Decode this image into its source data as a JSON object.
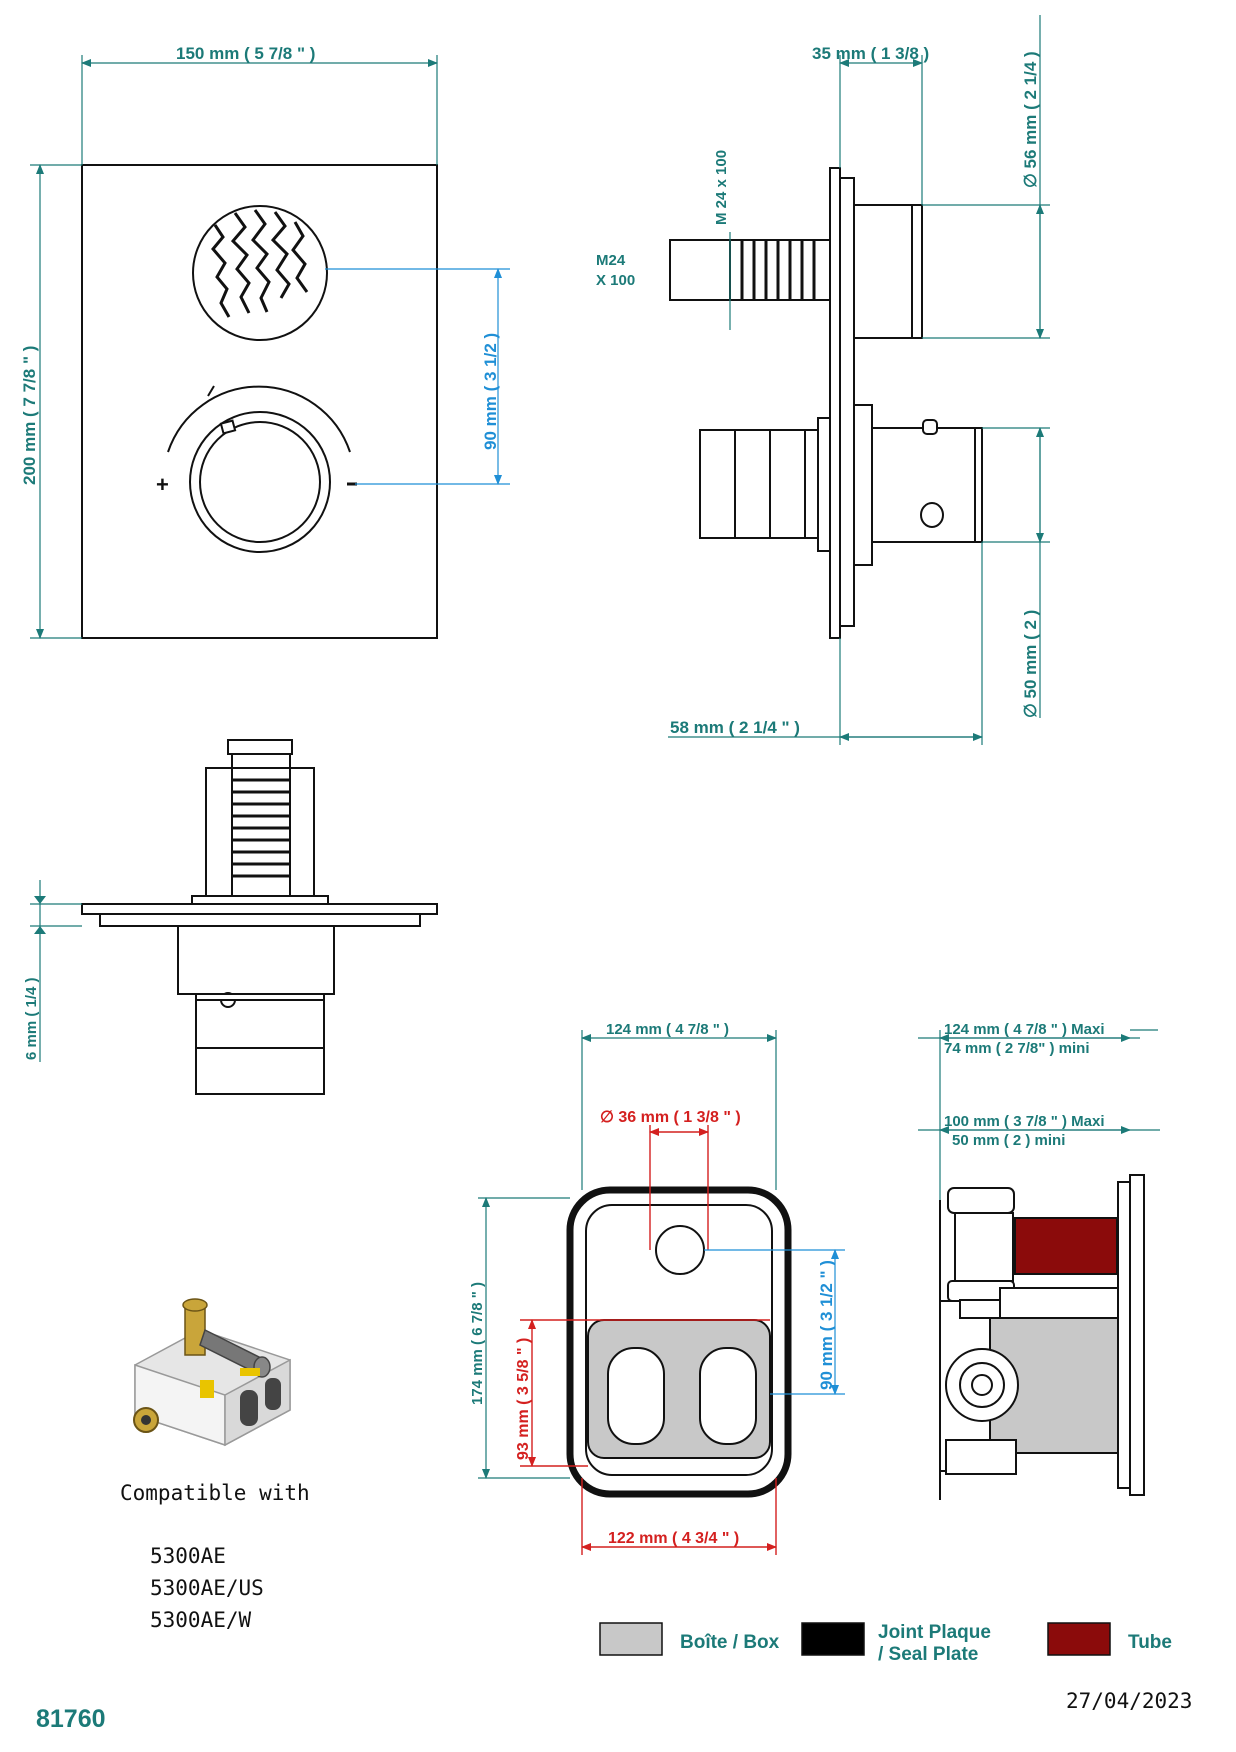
{
  "front_view": {
    "width_dim": "150 mm ( 5 7/8 \" )",
    "height_dim": "200 mm ( 7 7/8 \" )",
    "spacing_dim": "90 mm ( 3 1/2 )",
    "plus_sign": "+",
    "minus_sign": "-"
  },
  "side_view": {
    "top_depth_dim": "35 mm ( 1 3/8 )",
    "top_diameter_dim": "∅ 56 mm ( 2 1/4 )",
    "thread_dim": "M 24 x 100",
    "thread_label_line1": "M24",
    "thread_label_line2": "X 100",
    "bottom_diameter_dim": "∅ 50 mm ( 2 )",
    "bottom_depth_dim": "58 mm ( 2 1/4 \" )"
  },
  "top_view": {
    "plate_thickness_dim": "6 mm ( 1/4 )"
  },
  "box_front": {
    "width_dim": "124 mm ( 4 7/8 \" )",
    "hole_dim": "∅ 36 mm ( 1 3/8 \" )",
    "height_dim": "174 mm ( 6 7/8 \" )",
    "inner_height_dim": "93 mm ( 3 5/8 \" )",
    "spacing_dim": "90 mm ( 3 1/2 \" )",
    "bottom_width_dim": "122 mm ( 4 3/4 \" )"
  },
  "box_side": {
    "depth_max": "124 mm ( 4 7/8 \" ) Maxi",
    "depth_min": "74 mm ( 2 7/8\" ) mini",
    "tube_max": "100 mm ( 3 7/8 \" ) Maxi",
    "tube_min": "50 mm ( 2 ) mini"
  },
  "compatible": {
    "heading": "Compatible with",
    "models": [
      "5300AE",
      "5300AE/US",
      "5300AE/W"
    ]
  },
  "legend": [
    {
      "color": "#c8c8c8",
      "label_line1": "Boîte / Box",
      "label_line2": ""
    },
    {
      "color": "#000000",
      "label_line1": "Joint Plaque",
      "label_line2": "/ Seal Plate"
    },
    {
      "color": "#8b0b0b",
      "label_line1": "Tube",
      "label_line2": ""
    }
  ],
  "reference_code": "81760",
  "date": "27/04/2023",
  "colors": {
    "dimension_teal": "#1c7a78",
    "dimension_blue": "#1f8fd6",
    "dimension_red": "#d4201f",
    "tube_red": "#8b0b0b",
    "box_grey": "#c8c8c8"
  }
}
